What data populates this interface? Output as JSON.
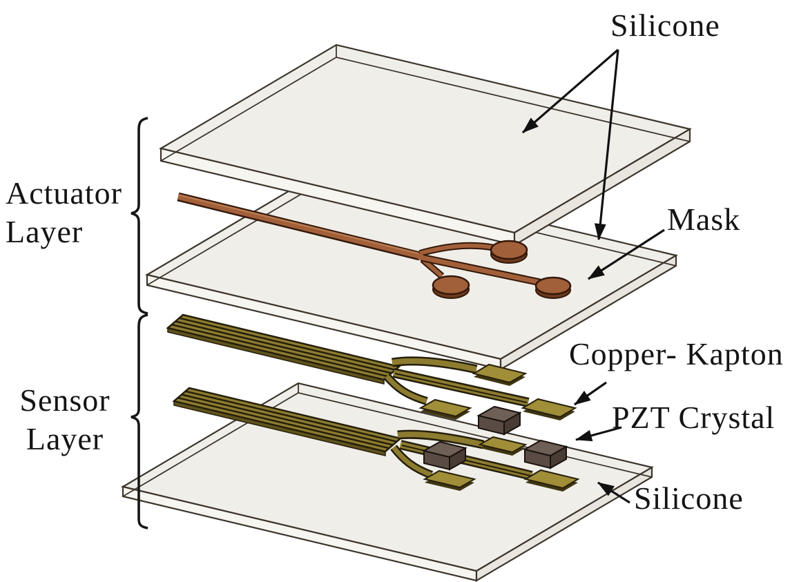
{
  "figure": {
    "groups": {
      "actuator": {
        "line1": "Actuator",
        "line2": "Layer"
      },
      "sensor": {
        "line1": "Sensor",
        "line2": "Layer"
      }
    },
    "callouts": {
      "silicone_top": "Silicone",
      "mask": "Mask",
      "copper_kapton": "Copper- Kapton",
      "pzt_crystal": "PZT Crystal",
      "silicone_bottom": "Silicone"
    },
    "colors": {
      "background": "#ffffff",
      "text": "#141414",
      "outline": "#3c352c",
      "silicone_face": "#f0eee9",
      "silicone_side_left": "#f7f5f0",
      "silicone_side_right": "#e9e6e0",
      "copper": "#a2603a",
      "copper_shadow": "#6b3a1c",
      "copper_outline": "#33180a",
      "kapton": "#8d7c30",
      "kapton_stripe": "#241e0a",
      "kapton_pad": "#a08e38",
      "kapton_pad_shadow": "#3f3512",
      "pzt_top": "#6f6057",
      "pzt_front": "#5a4c44",
      "pzt_side": "#483c35",
      "arrow": "#111111"
    }
  }
}
